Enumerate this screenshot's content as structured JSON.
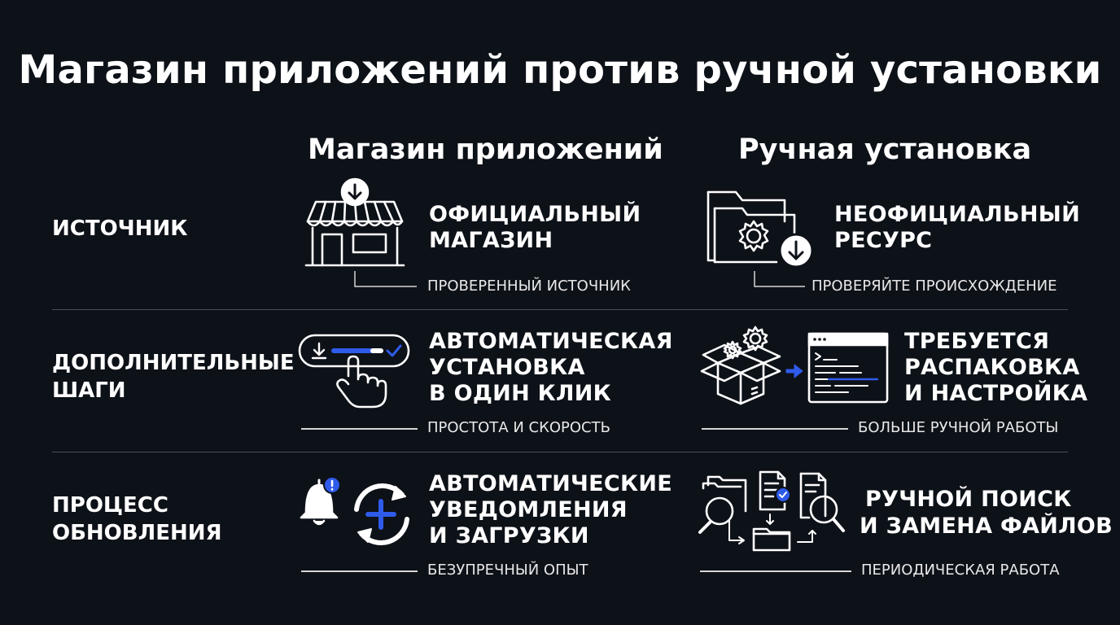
{
  "title": "Магазин приложений против ручной установки",
  "columns": {
    "store": "Магазин приложений",
    "manual": "Ручная установка"
  },
  "rows": [
    {
      "label": [
        "ИСТОЧНИК"
      ],
      "store": {
        "text": [
          "ОФИЦИАЛЬНЫЙ",
          "МАГАЗИН"
        ],
        "sub": "ПРОВЕРЕННЫЙ ИСТОЧНИК",
        "icon": "storefront-download-icon"
      },
      "manual": {
        "text": [
          "НЕОФИЦИАЛЬНЫЙ",
          "РЕСУРС"
        ],
        "sub": "ПРОВЕРЯЙТЕ ПРОИСХОЖДЕНИЕ",
        "icon": "folder-gear-download-icon"
      }
    },
    {
      "label": [
        "ДОПОЛНИТЕЛЬНЫЕ",
        "ШАГИ"
      ],
      "store": {
        "text": [
          "АВТОМАТИЧЕСКАЯ",
          "УСТАНОВКА",
          "В ОДИН КЛИК"
        ],
        "sub": "ПРОСТОТА И СКОРОСТЬ",
        "icon": "one-click-install-icon"
      },
      "manual": {
        "text": [
          "ТРЕБУЕТСЯ",
          "РАСПАКОВКА",
          "И НАСТРОЙКА"
        ],
        "sub": "БОЛЬШЕ РУЧНОЙ РАБОТЫ",
        "icon": "unpack-configure-icon"
      }
    },
    {
      "label": [
        "ПРОЦЕСС",
        "ОБНОВЛЕНИЯ"
      ],
      "store": {
        "text": [
          "АВТОМАТИЧЕСКИЕ",
          "УВЕДОМЛЕНИЯ",
          "И ЗАГРУЗКИ"
        ],
        "sub": "БЕЗУПРЕЧНЫЙ ОПЫТ",
        "icon": "bell-update-icon"
      },
      "manual": {
        "text": [
          "РУЧНОЙ ПОИСК",
          "И ЗАМЕНА ФАЙЛОВ"
        ],
        "sub": "ПЕРИОДИЧЕСКАЯ РАБОТА",
        "icon": "file-search-replace-icon"
      }
    }
  ],
  "colors": {
    "background": "#0d1118",
    "accent": "#2f5bea",
    "text": "#ffffff"
  }
}
